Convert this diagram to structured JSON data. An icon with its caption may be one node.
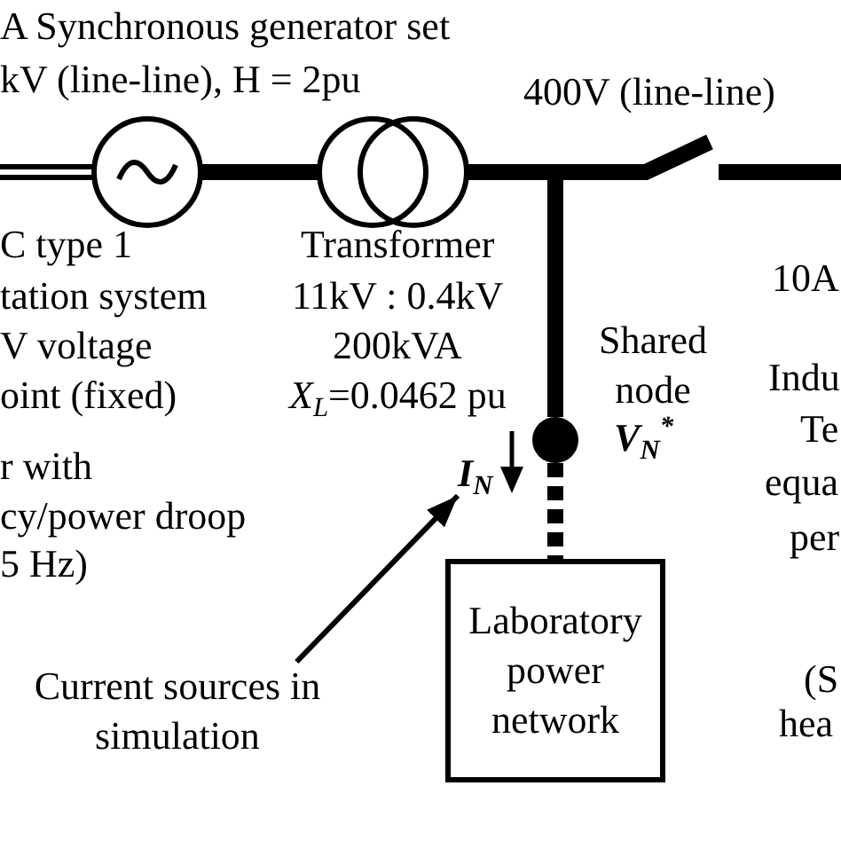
{
  "diagram": {
    "nodes": [
      {
        "text": [],
        "shape": "circle",
        "beside": [
          "A Synchronous generator set",
          "kV (line-line), H = 2pu",
          "C type 1",
          "tation system",
          "V voltage",
          "oint (fixed)",
          "r with",
          "cy/power droop",
          "5 Hz)"
        ]
      },
      {
        "text": [],
        "shape": "circle",
        "beside": [
          "Transformer",
          "11kV : 0.4kV",
          "200kVA",
          "*X*$_{L}$=0.0462 pu"
        ]
      },
      {
        "text": [],
        "shape": "circle",
        "beside": [
          "Shared node",
          "V$_{N}$$^{*}$"
        ]
      },
      {
        "text": [
          "Laboratory power network"
        ]
      },
      {
        "text": [
          "Current sources in simulation"
        ]
      },
      {
        "text": [
          "I$_{N}$"
        ]
      }
    ],
    "edges": [
      {
        "from": null,
        "to": 0,
        "arrow": "none"
      },
      {
        "from": 0,
        "to": 1,
        "arrow": "none"
      },
      {
        "from": 1,
        "to": 2,
        "arrow": "none"
      },
      {
        "from": 1,
        "to": null,
        "arrow": "none"
      },
      {
        "from": 2,
        "to": 3,
        "arrow": "none",
        "style": "dashed"
      },
      {
        "from": 4,
        "to": 5,
        "arrow": "to"
      }
    ],
    "labels": [
      "400V (line-line)",
      "10A",
      "Indu",
      "Te",
      "equa",
      "per",
      "(S",
      "hea"
    ]
  }
}
